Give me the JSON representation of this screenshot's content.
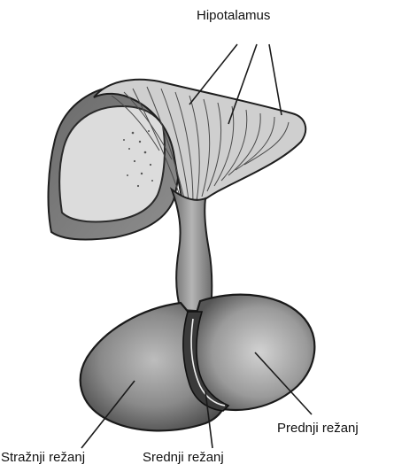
{
  "labels": {
    "hypothalamus": "Hipotalamus",
    "anterior_lobe": "Prednji režanj",
    "posterior_lobe": "Stražnji režanj",
    "intermediate_lobe": "Srednji režanj"
  },
  "colors": {
    "background": "#ffffff",
    "ink": "#111111",
    "tissue_dark": "#5a5a5a",
    "tissue_mid": "#8c8c8c",
    "tissue_light": "#d8d8d8"
  }
}
